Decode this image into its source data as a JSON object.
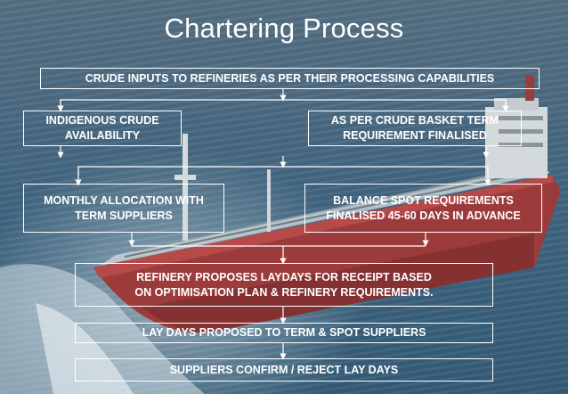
{
  "title": "Chartering Process",
  "boxes": {
    "crude_inputs": "CRUDE INPUTS TO REFINERIES AS PER THEIR PROCESSING CAPABILITIES",
    "indigenous": "INDIGENOUS CRUDE\nAVAILABILITY",
    "crude_basket": "AS PER CRUDE BASKET TERM\nREQUIREMENT FINALISED",
    "monthly_allocation": "MONTHLY ALLOCATION WITH\nTERM SUPPLIERS",
    "balance_spot": "BALANCE SPOT REQUIREMENTS\nFINALISED 45-60 DAYS IN ADVANCE",
    "refinery_proposes": "REFINERY PROPOSES LAYDAYS FOR RECEIPT  BASED\nON OPTIMISATION PLAN & REFINERY REQUIREMENTS.",
    "lay_days_proposed": "LAY DAYS PROPOSED TO TERM & SPOT SUPPLIERS",
    "suppliers_confirm": "SUPPLIERS  CONFIRM / REJECT LAY DAYS"
  },
  "colors": {
    "text": "#ffffff",
    "box_border": "#ffffff",
    "sea": "#3f6580",
    "hull": "#9c3b3b"
  }
}
